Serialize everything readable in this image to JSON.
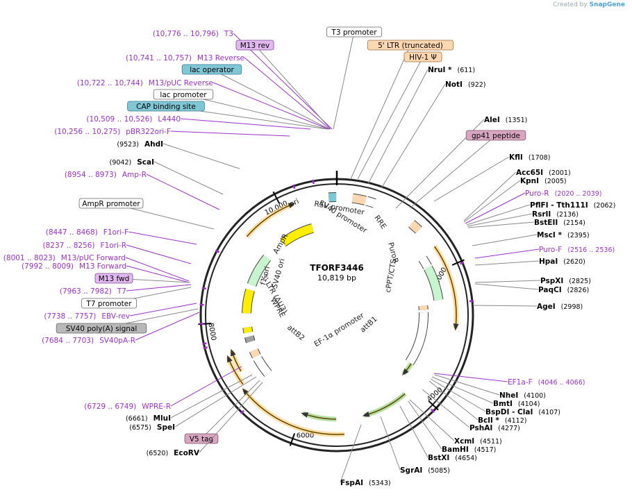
{
  "credit": {
    "prefix": "Created by",
    "brand": "SnapGene"
  },
  "map": {
    "name": "TFORF3446",
    "length_label": "10,819 bp",
    "total_bp": 10819,
    "tick_labels": [
      {
        "bp": 2000,
        "label": "2000"
      },
      {
        "bp": 4000,
        "label": "4000"
      },
      {
        "bp": 6000,
        "label": "6000"
      },
      {
        "bp": 8000,
        "label": "8000"
      },
      {
        "bp": 10000,
        "label": "10,000"
      }
    ],
    "colors": {
      "primer": "#9b30c9",
      "site": "#000000",
      "backbone": "#222222",
      "orf_yellow": "#ffb833",
      "orf_green": "#58b82e",
      "feature_peach": "#ffd7b0",
      "feature_blue": "#7fc6d6",
      "feature_pink": "#d9a6c2",
      "feature_purple_box": "#e2b8f0",
      "feature_green": "#c8f5d0",
      "feature_yellow": "#ffee00"
    }
  },
  "inner_features": [
    {
      "text": "RSV promoter"
    },
    {
      "text": "RRE"
    },
    {
      "text": "SV40 promoter"
    },
    {
      "text": "PuroR"
    },
    {
      "text": "cPPT/CTS"
    },
    {
      "text": "EF-1α promoter"
    },
    {
      "text": "attB1"
    },
    {
      "text": "attB2"
    },
    {
      "text": "3' LTR (ΔU3)"
    },
    {
      "text": "WPRE"
    },
    {
      "text": "f1 ori"
    },
    {
      "text": "SV40 ori"
    },
    {
      "text": "AmpR"
    },
    {
      "text": "ori"
    }
  ],
  "labels": [
    {
      "text": "(10,776 .. 10,796)",
      "extra": "T3",
      "kind": "primer"
    },
    {
      "text": "M13 rev",
      "kind": "box",
      "style": "purple"
    },
    {
      "text": "(10,741 .. 10,757)",
      "extra": "M13 Reverse",
      "kind": "primer"
    },
    {
      "text": "lac operator",
      "kind": "box",
      "style": "blue"
    },
    {
      "text": "(10,722 .. 10,744)",
      "extra": "M13/pUC Reverse",
      "kind": "primer"
    },
    {
      "text": "lac promoter",
      "kind": "box",
      "style": "white"
    },
    {
      "text": "CAP binding site",
      "kind": "box",
      "style": "blue"
    },
    {
      "text": "(10,509 .. 10,526)",
      "extra": "L4440",
      "kind": "primer"
    },
    {
      "text": "(10,256 .. 10,275)",
      "extra": "pBR322ori-F",
      "kind": "primer"
    },
    {
      "text": "(9523)",
      "extra": "AhdI",
      "kind": "site"
    },
    {
      "text": "(9042)",
      "extra": "ScaI",
      "kind": "site"
    },
    {
      "text": "(8954 .. 8973)",
      "extra": "Amp-R",
      "kind": "primer"
    },
    {
      "text": "AmpR promoter",
      "kind": "box",
      "style": "white"
    },
    {
      "text": "(8447 .. 8468)",
      "extra": "F1ori-F",
      "kind": "primer"
    },
    {
      "text": "(8237 .. 8256)",
      "extra": "F1ori-R",
      "kind": "primer"
    },
    {
      "text": "(8001 .. 8023)",
      "extra": "M13/pUC Forward",
      "kind": "primer"
    },
    {
      "text": "(7992 .. 8009)",
      "extra": "M13 Forward",
      "kind": "primer"
    },
    {
      "text": "M13 fwd",
      "kind": "box",
      "style": "purple"
    },
    {
      "text": "(7963 .. 7982)",
      "extra": "T7",
      "kind": "primer"
    },
    {
      "text": "T7 promoter",
      "kind": "box",
      "style": "white"
    },
    {
      "text": "(7738 .. 7757)",
      "extra": "EBV-rev",
      "kind": "primer"
    },
    {
      "text": "SV40 poly(A) signal",
      "kind": "box",
      "style": "gray"
    },
    {
      "text": "(7684 .. 7703)",
      "extra": "SV40pA-R",
      "kind": "primer"
    },
    {
      "text": "(6729 .. 6749)",
      "extra": "WPRE-R",
      "kind": "primer"
    },
    {
      "text": "(6661)",
      "extra": "MluI",
      "kind": "site"
    },
    {
      "text": "(6575)",
      "extra": "SpeI",
      "kind": "site"
    },
    {
      "text": "V5 tag",
      "kind": "box",
      "style": "pink"
    },
    {
      "text": "(6520)",
      "extra": "EcoRV",
      "kind": "site"
    },
    {
      "text": "T3 promoter",
      "kind": "box",
      "style": "white"
    },
    {
      "text": "5' LTR (truncated)",
      "kind": "box",
      "style": "peach"
    },
    {
      "text": "HIV-1 Ψ",
      "kind": "box",
      "style": "peach"
    },
    {
      "text": "NruI *",
      "extra": "(611)",
      "kind": "site"
    },
    {
      "text": "NotI",
      "extra": "(922)",
      "kind": "site"
    },
    {
      "text": "AleI",
      "extra": "(1351)",
      "kind": "site"
    },
    {
      "text": "gp41 peptide",
      "kind": "box",
      "style": "pink"
    },
    {
      "text": "KflI",
      "extra": "(1708)",
      "kind": "site"
    },
    {
      "text": "Acc65I",
      "extra": "(2001)",
      "kind": "site"
    },
    {
      "text": "KpnI",
      "extra": "(2005)",
      "kind": "site"
    },
    {
      "text": "Puro-R",
      "extra": "(2020 .. 2039)",
      "kind": "primer"
    },
    {
      "text": "PflFI  - Tth111I",
      "extra": "(2062)",
      "kind": "site"
    },
    {
      "text": "RsrII",
      "extra": "(2136)",
      "kind": "site"
    },
    {
      "text": "BstEII",
      "extra": "(2154)",
      "kind": "site"
    },
    {
      "text": "MscI *",
      "extra": "(2395)",
      "kind": "site"
    },
    {
      "text": "Puro-F",
      "extra": "(2516 .. 2536)",
      "kind": "primer"
    },
    {
      "text": "HpaI",
      "extra": "(2620)",
      "kind": "site"
    },
    {
      "text": "PspXI",
      "extra": "(2825)",
      "kind": "site"
    },
    {
      "text": "PaqCI",
      "extra": "(2826)",
      "kind": "site"
    },
    {
      "text": "AgeI",
      "extra": "(2998)",
      "kind": "site"
    },
    {
      "text": "EF1a-F",
      "extra": "(4046 .. 4066)",
      "kind": "primer"
    },
    {
      "text": "NheI",
      "extra": "(4100)",
      "kind": "site"
    },
    {
      "text": "BmtI",
      "extra": "(4104)",
      "kind": "site"
    },
    {
      "text": "BspDI  - ClaI",
      "extra": "(4107)",
      "kind": "site"
    },
    {
      "text": "BclI *",
      "extra": "(4112)",
      "kind": "site"
    },
    {
      "text": "PshAI",
      "extra": "(4277)",
      "kind": "site"
    },
    {
      "text": "XcmI",
      "extra": "(4511)",
      "kind": "site"
    },
    {
      "text": "BamHI",
      "extra": "(4517)",
      "kind": "site"
    },
    {
      "text": "BstXI",
      "extra": "(4654)",
      "kind": "site"
    },
    {
      "text": "SgrAI",
      "extra": "(5085)",
      "kind": "site"
    },
    {
      "text": "FspAI",
      "extra": "(5343)",
      "kind": "site"
    }
  ]
}
